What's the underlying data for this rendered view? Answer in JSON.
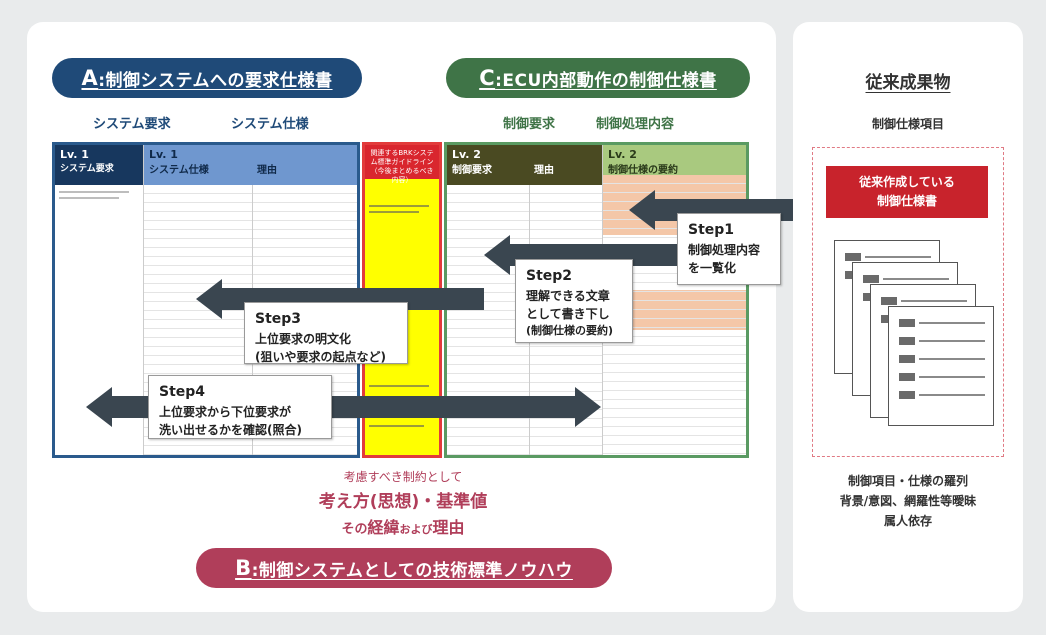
{
  "section_a": {
    "letter": "A",
    "title": ":制御システムへの要求仕様書",
    "col1": "システム要求",
    "col2": "システム仕様"
  },
  "section_c": {
    "letter": "C",
    "title": ":ECU内部動作の制御仕様書",
    "col1": "制御要求",
    "col2": "制御処理内容"
  },
  "section_b": {
    "letter": "B",
    "title": ":制御システムとしての技術標準ノウハウ"
  },
  "sheets": {
    "lv1_a": {
      "lv": "Lv. 1",
      "head": "システム要求"
    },
    "lv1_b": {
      "lv": "Lv. 1",
      "head": "システム仕様",
      "head2": "理由"
    },
    "guideline": {
      "head": "関連するBRKシステム標準ガイドライン（今後まとめるべき内容）"
    },
    "lv2_a": {
      "lv": "Lv. 2",
      "head": "制御要求",
      "head2": "理由"
    },
    "lv2_b": {
      "lv": "Lv. 2",
      "head": "制御仕様の要約"
    }
  },
  "steps": [
    {
      "label": "Step1",
      "text1": "制御処理内容",
      "text2": "を一覧化"
    },
    {
      "label": "Step2",
      "text1": "理解できる文章",
      "text2": "として書き下し",
      "text3": "(制御仕様の要約)"
    },
    {
      "label": "Step3",
      "text1": "上位要求の明文化",
      "text2": "(狙いや要求の起点など)"
    },
    {
      "label": "Step4",
      "text1": "上位要求から下位要求が",
      "text2": "洗い出せるかを確認(照合)"
    }
  ],
  "constraints": {
    "line1": "考慮すべき制約として",
    "line2": "考え方(思想)・基準値",
    "line3_a": "その",
    "line3_b": "経緯",
    "line3_c": "および",
    "line3_d": "理由"
  },
  "legacy": {
    "title": "従来成果物",
    "subtitle": "制御仕様項目",
    "badge_line1": "従来作成している",
    "badge_line2": "制御仕様書",
    "issue1": "制御項目・仕様の羅列",
    "issue2": "背景/意図、網羅性等曖昧",
    "issue3": "属人依存"
  },
  "colors": {
    "a": "#1f4a78",
    "c": "#3f7447",
    "b": "#b03e5a",
    "badge": "#c8232c",
    "arrow": "#3a4650",
    "guideline": "#ffff00"
  }
}
